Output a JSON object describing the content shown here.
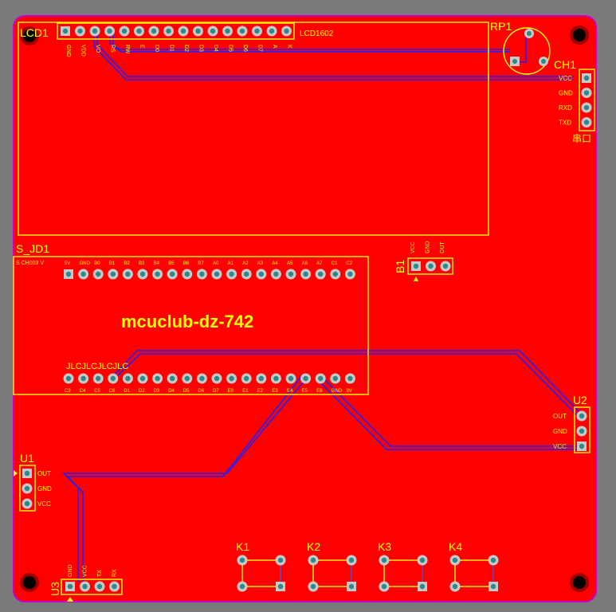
{
  "board": {
    "title": "mcuclub-dz-742",
    "colors": {
      "background": "#7a7a7a",
      "copper": "#ff0000",
      "outline": "#c800c8",
      "silk": "#ffff00",
      "trace": "#2020ff",
      "pad": "#c8c8c8",
      "drill": "#2a8a8a",
      "hole": "#000000"
    }
  },
  "components": {
    "lcd": {
      "designator": "LCD1",
      "name": "LCD1602",
      "pin_labels": [
        "GND",
        "VDD",
        "VO",
        "RS",
        "RW",
        "E",
        "D0",
        "D1",
        "D2",
        "D3",
        "D4",
        "D5",
        "D6",
        "D7",
        "A",
        "K"
      ]
    },
    "rp": {
      "designator": "RP1"
    },
    "ch": {
      "designator": "CH1",
      "name": "串口",
      "pin_labels": [
        "VCC",
        "GND",
        "RXD",
        "TXD"
      ]
    },
    "b1": {
      "designator": "B1",
      "pin_labels": [
        "VCC",
        "GND",
        "OUT"
      ]
    },
    "jd": {
      "designator": "S_JD1",
      "top_header": "S CH003 V",
      "top_labels": [
        "5V",
        "GND",
        "B0",
        "B1",
        "B2",
        "B3",
        "B4",
        "B5",
        "B6",
        "B7",
        "A0",
        "A1",
        "A2",
        "A3",
        "A4",
        "A5",
        "A6",
        "A7",
        "C1",
        "C2"
      ],
      "bottom_labels": [
        "C3",
        "C4",
        "C5",
        "C6",
        "D1",
        "D2",
        "D3",
        "D4",
        "D5",
        "D6",
        "D7",
        "E0",
        "E1",
        "E2",
        "E3",
        "E4",
        "E5",
        "E6",
        "GND",
        "3V"
      ],
      "watermark": "JLCJLCJLCJLC"
    },
    "u1": {
      "designator": "U1",
      "pin_labels": [
        "OUT",
        "GND",
        "VCC"
      ]
    },
    "u2": {
      "designator": "U2",
      "pin_labels": [
        "OUT",
        "GND",
        "VCC"
      ]
    },
    "u3": {
      "designator": "U3",
      "pin_labels": [
        "GND",
        "VCC",
        "TX",
        "RX"
      ]
    },
    "keys": [
      {
        "designator": "K1"
      },
      {
        "designator": "K2"
      },
      {
        "designator": "K3"
      },
      {
        "designator": "K4"
      }
    ]
  }
}
